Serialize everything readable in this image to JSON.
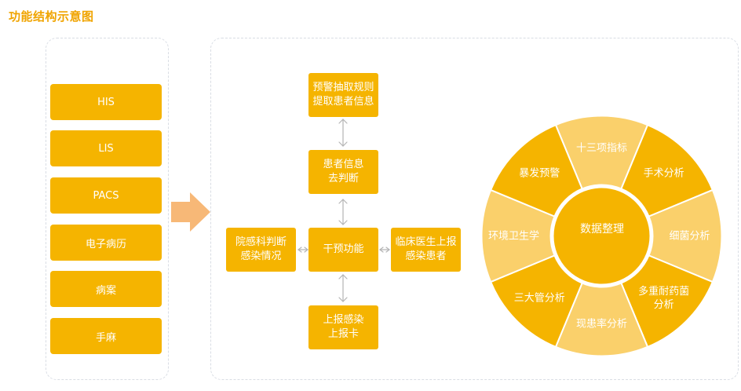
{
  "title": "功能结构示意图",
  "colors": {
    "accent": "#f5b400",
    "light": "#fad06b",
    "title": "#f0a400",
    "arrow": "#f7b877"
  },
  "systems": [
    "HIS",
    "LIS",
    "PACS",
    "电子病历",
    "病案",
    "手麻"
  ],
  "flow": {
    "extract": "预警抽取规则\n提取患者信息",
    "dedup": "患者信息\n去判断",
    "intervene": "干预功能",
    "hospital": "院感科判断\n感染情况",
    "clinician": "临床医生上报\n感染患者",
    "report": "上报感染\n上报卡"
  },
  "wheel": {
    "center": "数据整理",
    "segments": [
      "十三项指标",
      "手术分析",
      "细菌分析",
      "多重耐药菌\n分析",
      "现患率分析",
      "三大管分析",
      "环境卫生学",
      "暴发预警"
    ],
    "shades": [
      "light",
      "dark",
      "light",
      "dark",
      "light",
      "dark",
      "light",
      "dark"
    ]
  }
}
